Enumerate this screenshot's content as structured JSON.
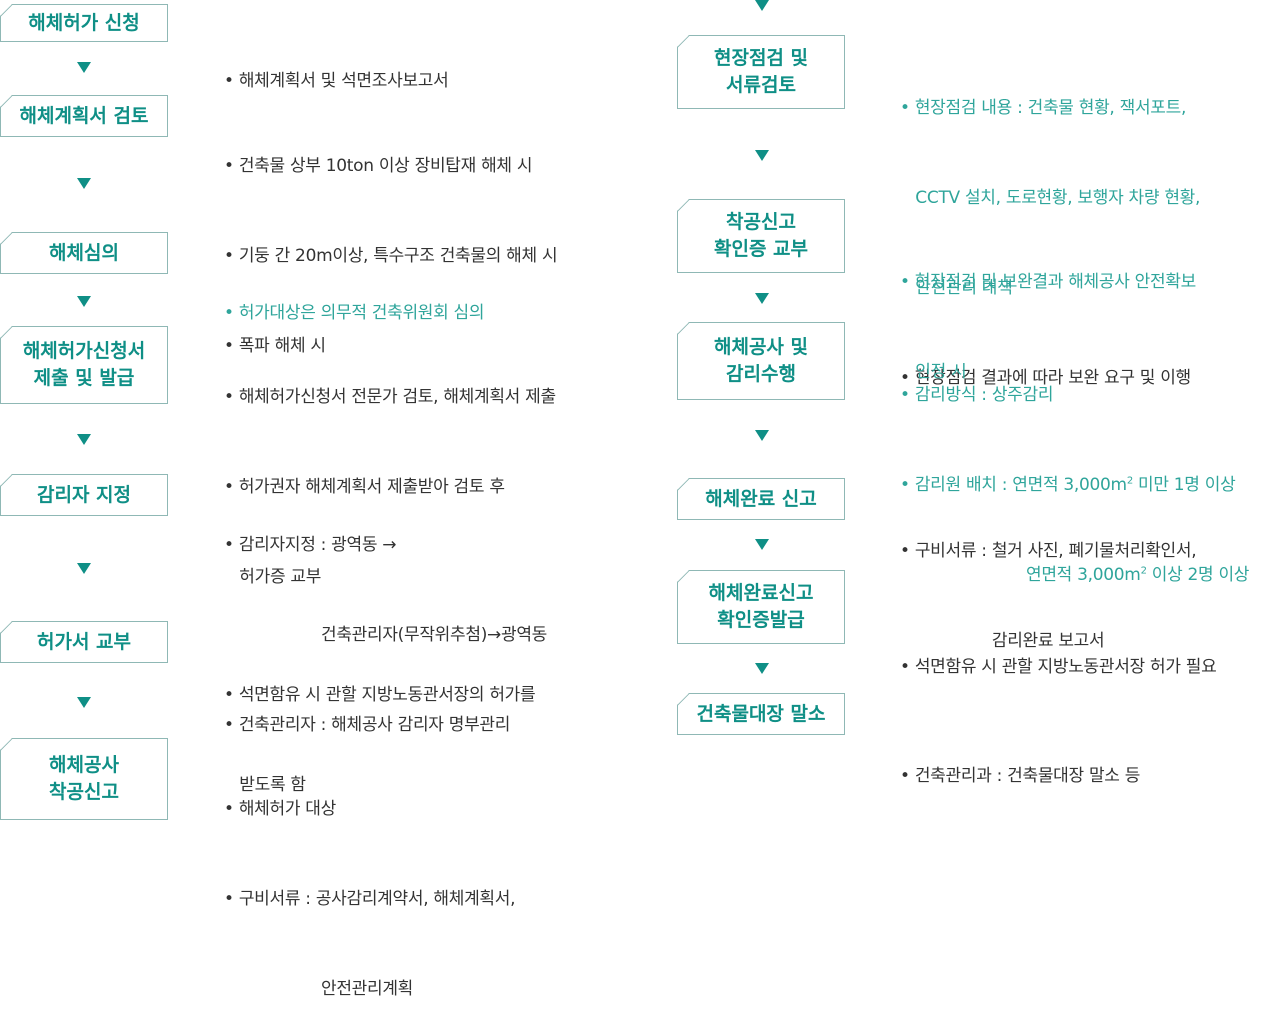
{
  "left_steps": [
    {
      "label": "해체허가 신청"
    },
    {
      "label": "해체계획서 검토"
    },
    {
      "label": "해체심의"
    },
    {
      "label": "해체허가신청서\n제출 및 발급"
    },
    {
      "label": "감리자 지정"
    },
    {
      "label": "허가서 교부"
    },
    {
      "label": "해체공사\n착공신고"
    }
  ],
  "right_steps": [
    {
      "label": "현장점검 및\n서류검토"
    },
    {
      "label": "착공신고\n확인증 교부"
    },
    {
      "label": "해체공사 및\n감리수행"
    },
    {
      "label": "해체완료 신고"
    },
    {
      "label": "해체완료신고\n확인증발급"
    },
    {
      "label": "건축물대장 말소"
    }
  ],
  "left_desc": [
    [
      "• 해체계획서 및 석면조사보고서"
    ],
    [
      "• 건축물 상부 10ton 이상 장비탑재 해체 시",
      "• 기둥 간 20m이상, 특수구조 건축물의 해체 시",
      "• 폭파 해체 시"
    ],
    [
      "• 허가대상은 의무적 건축위원회 심의"
    ],
    [
      "• 해체허가신청서 전문가 검토, 해체계획서 제출",
      "• 허가권자 해체계획서 제출받아 검토 후",
      "   허가증 교부"
    ],
    [
      "• 감리자지정 : 광역동 →",
      "                   건축관리자(무작위추첨)→광역동",
      "• 건축관리자 : 해체공사 감리자 명부관리"
    ],
    [
      "• 석면함유 시 관할 지방노동관서장의 허가를",
      "   받도록 함"
    ],
    [
      "• 해체허가 대상",
      "• 구비서류 : 공사감리계약서, 해체계획서,",
      "                   안전관리계획"
    ]
  ],
  "right_desc": [
    [
      "• 현장점검 내용 : 건축물 현황, 잭서포트,",
      "   CCTV 설치, 도로현황, 보행자 차량 현황,",
      "   안전관리 대책",
      "• 현장점검 결과에 따라 보완 요구 및 이행"
    ],
    [
      "• 현장점검 및 보완결과 해체공사 안전확보",
      "   인정 시"
    ],
    [
      "• 감리방식 : 상주감리",
      "• 감리원 배치 : 연면적 3,000m",
      "2",
      " 미만 1명 이상",
      "연면적 3,000m",
      "2",
      " 이상 2명 이상"
    ],
    [
      "• 구비서류 : 철거 사진, 폐기물처리확인서,",
      "                  감리완료 보고서"
    ],
    [
      "• 석면함유 시 관할 지방노동관서장 허가 필요"
    ],
    [
      "• 건축관리과 : 건축물대장 말소 등"
    ]
  ]
}
